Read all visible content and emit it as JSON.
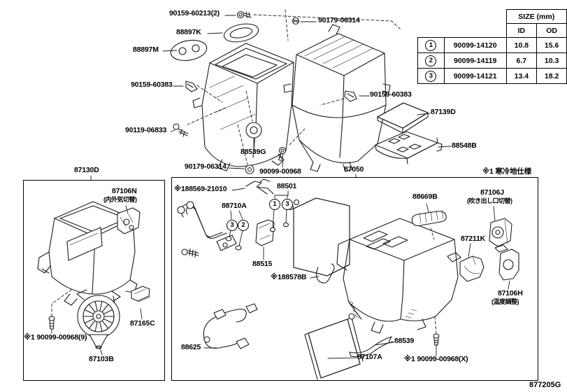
{
  "page": {
    "footer_code": "877205G"
  },
  "notes": {
    "cold_spec": "※1 寒冷地仕様"
  },
  "size_table": {
    "title": "SIZE (mm)",
    "col_id": "ID",
    "col_od": "OD",
    "rows": [
      {
        "num": "1",
        "part": "90099-14120",
        "id": "10.8",
        "od": "15.6"
      },
      {
        "num": "2",
        "part": "90099-14119",
        "id": "6.7",
        "od": "10.3"
      },
      {
        "num": "3",
        "part": "90099-14121",
        "id": "13.4",
        "od": "18.2"
      }
    ]
  },
  "labels": {
    "screw_90159_60213": "90159-60213(2)",
    "bolt_90179_06314_top": "90179-06314",
    "grommet_88897K": "88897K",
    "pad_88897M": "88897M",
    "clip_90159_60383_left": "90159-60383",
    "screw_90119_06833": "90119-06833",
    "grommet_88539G": "88539G",
    "nut_90179_06314_mid": "90179-06314",
    "screw_90099_00968": "90099-00968",
    "clip_90159_60383_right": "90159-60383",
    "filter_87139D": "87139D",
    "filter_case_88548B": "88548B",
    "box_87130D": "87130D",
    "box_87050": "87050",
    "servo_87106N": "87106N",
    "servo_87106N_sub": "(内外気切替)",
    "resistor_87165C": "87165C",
    "screw_note9": "※1 90099-00968(9)",
    "blower_87103B": "87103B",
    "clamp_188569_21010": "※188569-21010",
    "pipes_88710A": "88710A",
    "orings_88501": "88501",
    "valve_88515": "88515",
    "pipe_188578B": "※188578B",
    "hose_88669B": "88669B",
    "servo_87106J": "87106J",
    "servo_87106J_sub": "(吹き出し口切替)",
    "servo_87211K": "87211K",
    "servo_87106H": "87106H",
    "servo_87106H_sub": "(温度調整)",
    "wire_88625": "88625",
    "hose_88539": "88539",
    "core_87107A": "87107A",
    "screw_noteX": "※1 90099-00968(X)"
  },
  "circle_refs": {
    "n1": "1",
    "n2": "2",
    "n3": "3"
  }
}
